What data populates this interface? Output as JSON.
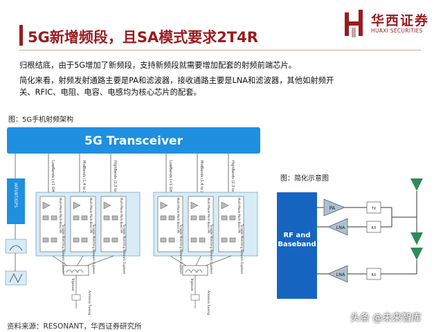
{
  "header": {
    "title": "5G新增频段，且SA模式要求2T4R",
    "logo_cn": "华西证券",
    "logo_en": "HUAXI SECURITIES"
  },
  "body": {
    "para1": "归根结底，由于5G增加了新频段，支持新频段就需要增加配套的射频前端芯片。",
    "para2_line1": "简化来看，射频发射通路主要是PA和滤波器，接收通路主要是LNA和滤波器，其他如射频开",
    "para2_line2": "关、RFIC、电阻、电容、电感均为核心芯片的配套。"
  },
  "figure_left": {
    "caption": "图：5G手机射频架构",
    "transceiver_label": "5G Transceiver",
    "side_module_label": "WiFi/BT/GPS",
    "band_labels": [
      "LowBands (<1 GHz)",
      "MidBands (1.4 to 2.2 GHz)",
      "HighBands (2.3 to 3.8 GHz)"
    ],
    "module_labels": [
      "Multi-Mode Multi-Band PA",
      "Multi-Mode Multi-Band PA",
      "Multi-Mode Multi-Band PA"
    ],
    "tunable_label": "Tunable Matching Network Duplexer",
    "triplexer_label": "Triplexer",
    "antenna_tuning_label": "Antenna Tuning"
  },
  "figure_right": {
    "caption": "图：简化示意图",
    "rf_label_line1": "RF and",
    "rf_label_line2": "Baseband",
    "pa_label": "PA",
    "lna_label": "LNA",
    "lna2_label": "LNA",
    "tx_label": "TX",
    "rx_label": "RX",
    "rx2_label": "RX"
  },
  "footer": {
    "source": "资料来源：RESONANT，华西证券研究所",
    "watermark": "头条 @未来智库"
  },
  "colors": {
    "brand": "#9a1b1e",
    "transceiver_blue": "#1f8fe0",
    "rf_blue": "#1565c0",
    "module_fill": "#d7ecf7"
  }
}
